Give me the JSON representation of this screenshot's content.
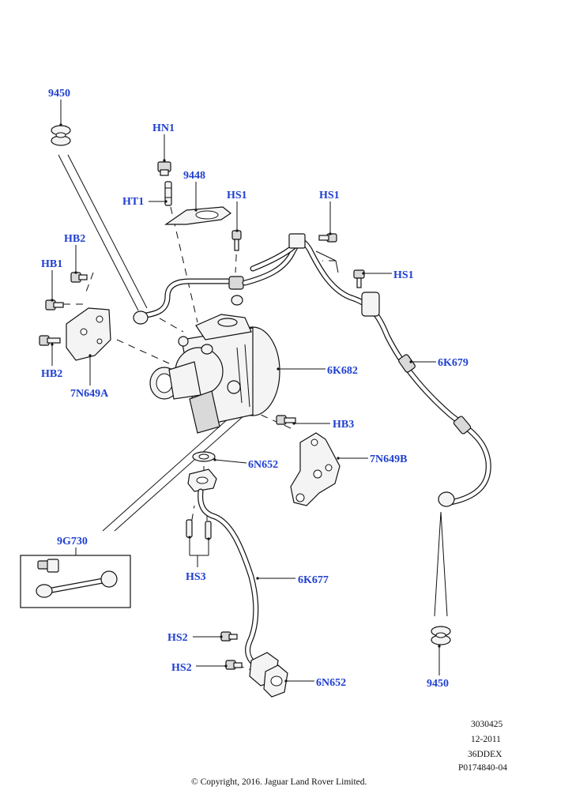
{
  "callouts": {
    "c_9450_top": "9450",
    "c_hn1": "HN1",
    "c_9448": "9448",
    "c_ht1": "HT1",
    "c_hs1_a": "HS1",
    "c_hs1_b": "HS1",
    "c_hs1_c": "HS1",
    "c_hb2_top": "HB2",
    "c_hb1": "HB1",
    "c_hb2_bottom": "HB2",
    "c_7n649a": "7N649A",
    "c_6k682": "6K682",
    "c_6k679": "6K679",
    "c_hb3": "HB3",
    "c_6n652_a": "6N652",
    "c_7n649b": "7N649B",
    "c_9g730": "9G730",
    "c_hs3": "HS3",
    "c_6k677": "6K677",
    "c_hs2_a": "HS2",
    "c_hs2_b": "HS2",
    "c_6n652_b": "6N652",
    "c_9450_bottom": "9450"
  },
  "footer": {
    "ref1": "3030425",
    "ref2": "12-2011",
    "ref3": "36DDEX",
    "ref4": "P0174840-04",
    "copyright": "© Copyright, 2016. Jaguar Land Rover Limited."
  },
  "colors": {
    "callout": "#1f3fd0",
    "ink": "#111111"
  }
}
